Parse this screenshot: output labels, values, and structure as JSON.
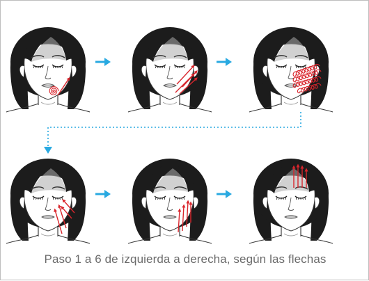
{
  "caption": "Paso 1 a 6 de izquierda a derecha, según las flechas",
  "steps": [
    {
      "step": 1,
      "motion": "spiral-circles-on-chin"
    },
    {
      "step": 2,
      "motion": "diagonal-upward-strokes-on-cheek"
    },
    {
      "step": 3,
      "motion": "spiral-rows-across-cheek"
    },
    {
      "step": 4,
      "motion": "upward-strokes-from-jaw-to-cheek"
    },
    {
      "step": 5,
      "motion": "vertical-upward-strokes-on-jaw"
    },
    {
      "step": 6,
      "motion": "vertical-upward-strokes-on-forehead"
    }
  ],
  "colors": {
    "hair": "#1c1c1c",
    "face_fill": "#ffffff",
    "skin_shadow": "#ababab",
    "motion_red": "#d9252c",
    "arrow_blue": "#29a9e1",
    "frame_border": "#bdbdbd",
    "caption_text": "#6b6b6b"
  },
  "icons": {
    "flow_arrow": "right-arrow-icon",
    "connector": "dotted-connector-arrow-icon"
  }
}
